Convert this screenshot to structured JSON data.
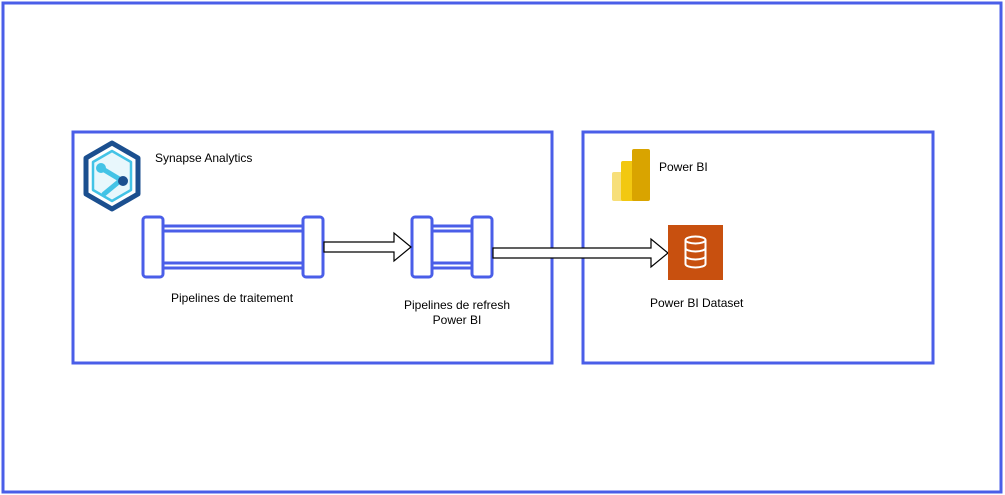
{
  "colors": {
    "frame": "#4a5ee8",
    "pipe_fill": "#ffffff",
    "arrow_stroke": "#000000",
    "synapse_dark": "#1b4f8f",
    "synapse_light": "#43c3e6",
    "powerbi_dark": "#d9a400",
    "powerbi_mid": "#f2c811",
    "powerbi_light": "#f7df7a",
    "dataset_bg": "#c8500f"
  },
  "synapse": {
    "title": "Synapse Analytics",
    "icon": "synapse-analytics-icon",
    "pipelines_processing": "Pipelines de traitement",
    "pipelines_refresh_line1": "Pipelines de refresh",
    "pipelines_refresh_line2": "Power BI"
  },
  "powerbi": {
    "title": "Power BI",
    "icon": "power-bi-icon",
    "dataset_label": "Power BI Dataset",
    "dataset_icon": "database-icon"
  }
}
